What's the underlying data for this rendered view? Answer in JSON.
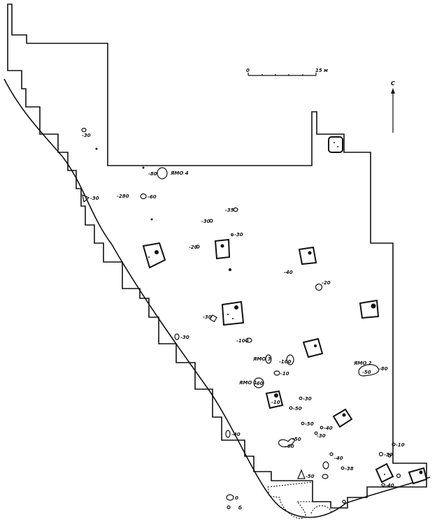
{
  "scale_bar": {
    "start": "0",
    "end": "15 м"
  },
  "north_arrow": {
    "label": "С"
  },
  "pits": {
    "pit4": "ЯМО 4",
    "pit1": "ЯМО 1",
    "pit2": "ЯМО 2",
    "pit3": "ЯМО 3"
  },
  "depths": [
    "-30",
    "-80",
    "-30",
    "-280",
    "-60",
    "-35",
    "-30",
    "-30",
    "-20",
    "-40",
    "-20",
    "-30",
    "-30",
    "-100",
    "-100",
    "-10",
    "-60",
    "-50",
    "-80",
    "-10",
    "-30",
    "-50",
    "-50",
    "-40",
    "-30",
    "-40",
    "-50",
    "-60",
    "-40",
    "-38",
    "-10",
    "-30",
    "-40",
    "-50",
    "0",
    "б"
  ],
  "colors": {
    "ink": "#111111",
    "paper": "#ffffff"
  }
}
